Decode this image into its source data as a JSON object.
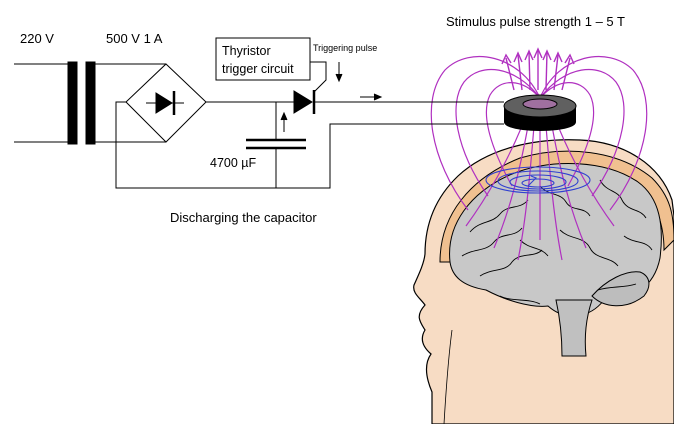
{
  "labels": {
    "mains_voltage": "220 V",
    "output_rating": "500 V  1 A",
    "trigger_box_line1": "Thyristor",
    "trigger_box_line2": "trigger circuit",
    "triggering_pulse": "Triggering pulse",
    "stimulus_strength": "Stimulus pulse strength 1 – 5 T",
    "capacitance": "4700 µF",
    "discharge_caption": "Discharging the capacitor"
  },
  "colors": {
    "circuit": "#000000",
    "magnetic_field": "#b030c0",
    "induced_current": "#3040d0",
    "skin": "#f7dcc4",
    "skull": "#f0c090",
    "brain": "#c8c8c8",
    "coil_top": "#606060",
    "coil_hole": "#a070a0"
  }
}
